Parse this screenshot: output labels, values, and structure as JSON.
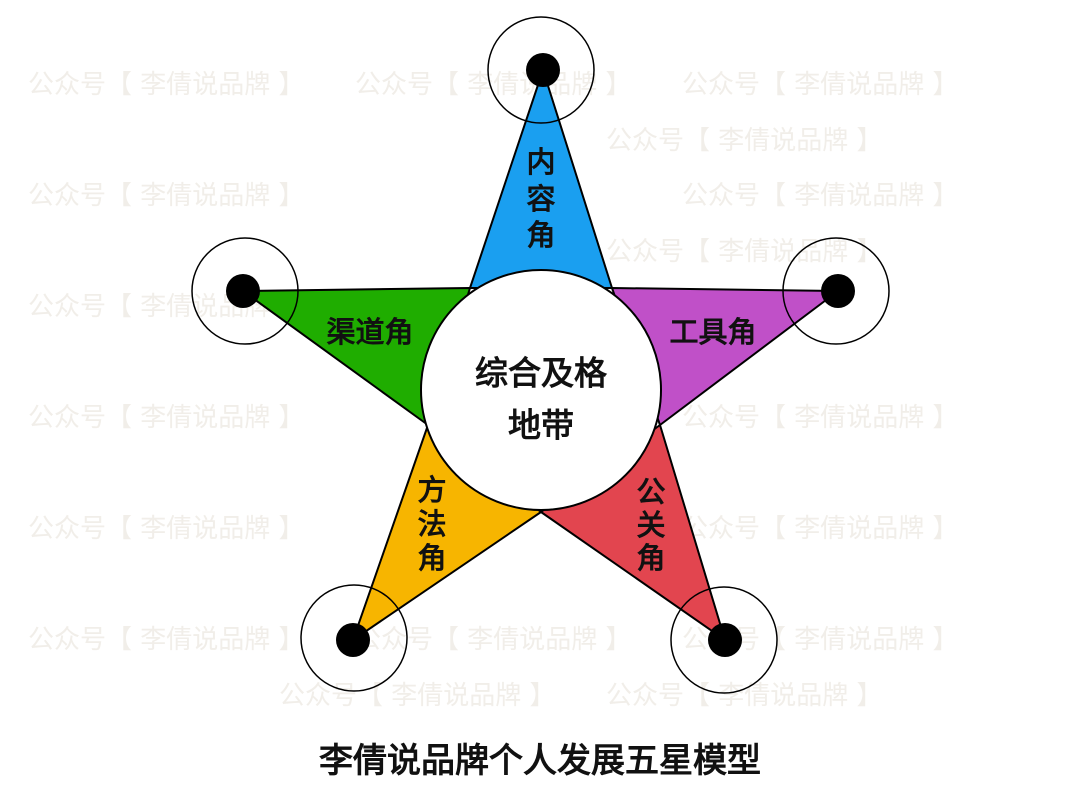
{
  "watermark": "公众号【 李倩说品牌 】",
  "center": {
    "line1": "综合及格",
    "line2": "地带"
  },
  "corners": {
    "top": {
      "label": [
        "内",
        "容",
        "角"
      ],
      "color": "#1a9ff0"
    },
    "right": {
      "label": "工具角",
      "color": "#c050c8"
    },
    "bottom_right": {
      "label": [
        "公",
        "关",
        "角"
      ],
      "color": "#e2454f"
    },
    "bottom_left": {
      "label": [
        "方",
        "法",
        "角"
      ],
      "color": "#f7b500"
    },
    "left": {
      "label": "渠道角",
      "color": "#1fad00"
    }
  },
  "title": "李倩说品牌个人发展五星模型"
}
